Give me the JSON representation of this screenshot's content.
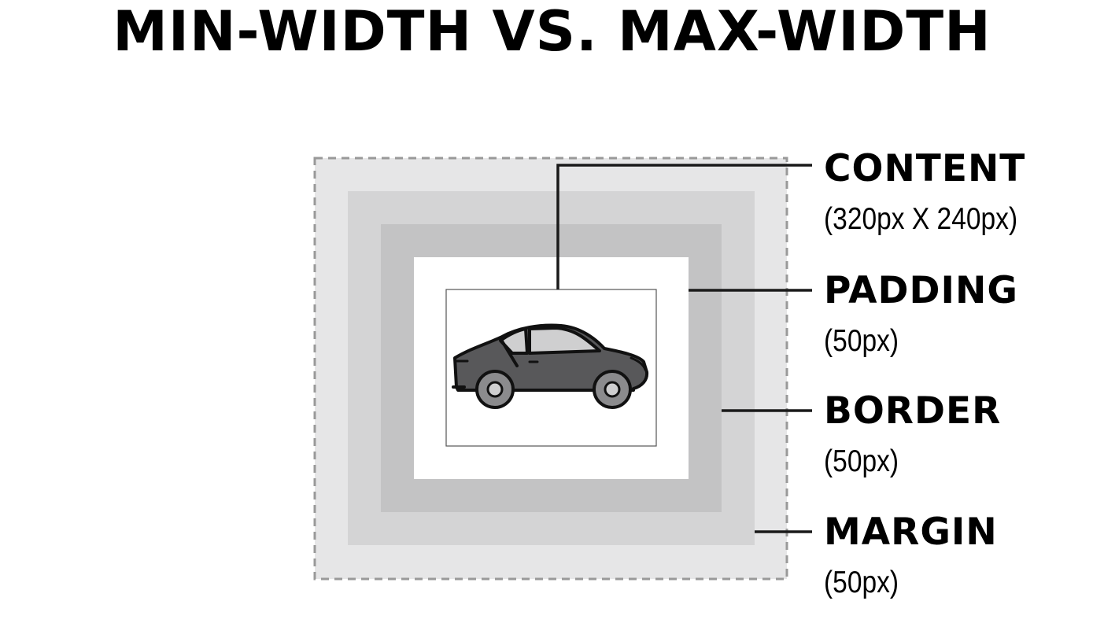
{
  "title": "MIN-WIDTH VS. MAX-WIDTH",
  "colors": {
    "margin": "#e6e6e7",
    "border_outer": "#d4d4d5",
    "border_inner": "#c3c3c4",
    "padding": "#ffffff",
    "leader_line": "#1a1a1a",
    "dashed_outline": "#999999",
    "car_body": "#58585a",
    "car_window": "#cfcfd0",
    "car_wheel": "#8b8b8d"
  },
  "icons": {
    "content_image": "car-icon"
  },
  "labels": {
    "content": {
      "name": "CONTENT",
      "size": "(320px X 240px)"
    },
    "padding": {
      "name": "PADDING",
      "size": "(50px)"
    },
    "border": {
      "name": "BORDER",
      "size": "(50px)"
    },
    "margin": {
      "name": "MARGIN",
      "size": "(50px)"
    }
  }
}
